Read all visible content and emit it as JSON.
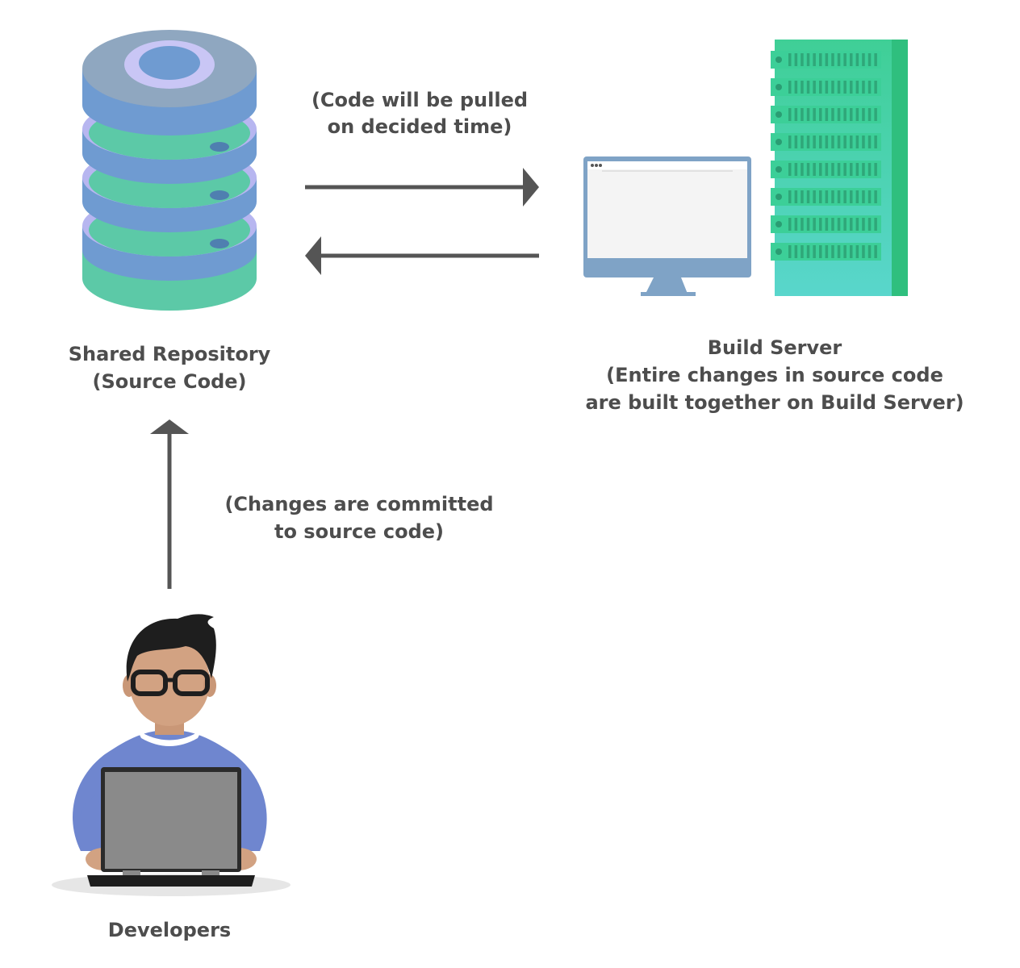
{
  "nodes": {
    "repository": {
      "title": "Shared Repository",
      "subtitle": "(Source Code)"
    },
    "build_server": {
      "title": "Build Server",
      "line2": "(Entire changes in source code",
      "line3": "are built together on Build Server)"
    },
    "developers": {
      "title": "Developers"
    }
  },
  "edges": {
    "pull": {
      "line1": "(Code will be pulled",
      "line2": "on decided time)"
    },
    "commit": {
      "line1": "(Changes are committed",
      "line2": "to source code)"
    }
  },
  "colors": {
    "arrow": "#555555",
    "text": "#4d4d4d",
    "disk_top": "#8fa7c0",
    "disk_blue": "#6f9bd1",
    "disk_green": "#5cc9a7",
    "server_teal": "#4fd6c3",
    "server_dark": "#34c98e",
    "monitor": "#7fa3c6",
    "shirt": "#6f86cf",
    "laptop": "#8a8a8a"
  }
}
